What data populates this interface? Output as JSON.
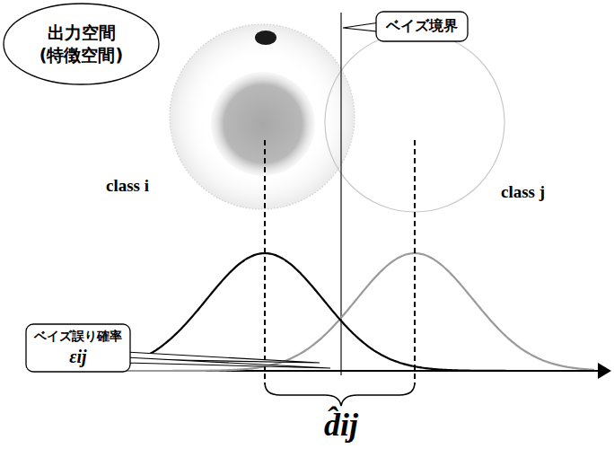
{
  "diagram": {
    "nodes": [
      {
        "text": [
          "出力空間 (特徴空間)"
        ]
      },
      {
        "text": [
          "ベイズ境界"
        ]
      },
      {
        "text": [
          "ベイズ誤り確率",
          "εij"
        ]
      }
    ],
    "labels": [
      "class i",
      "class j",
      "d̂ij"
    ]
  }
}
